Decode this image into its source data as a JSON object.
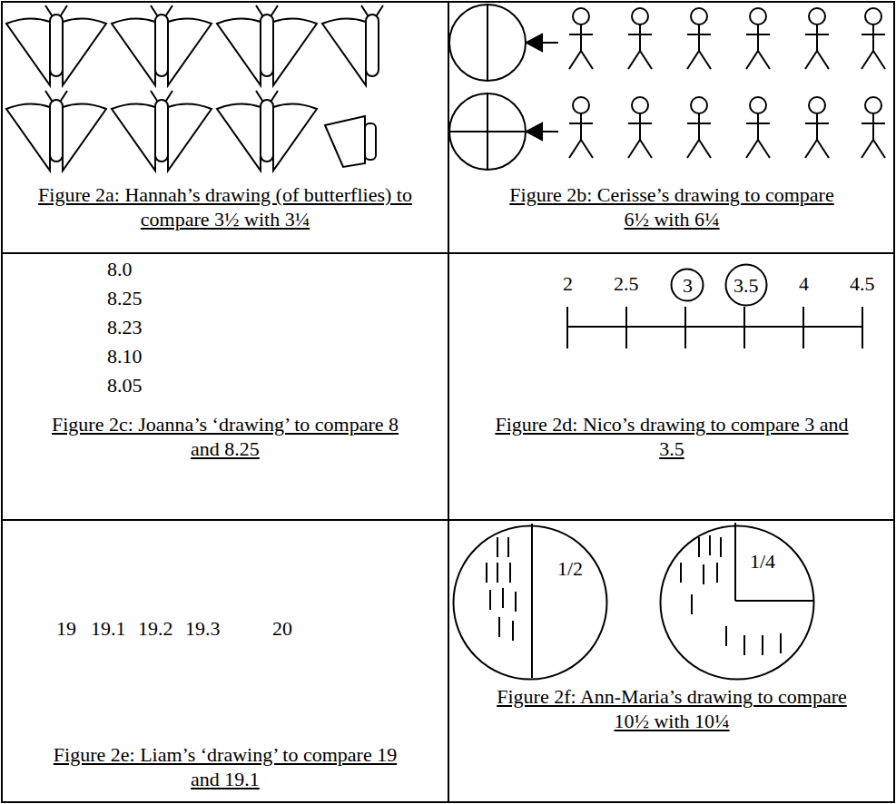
{
  "diagram": {
    "nodes": [
      {
        "text": [
          "Figure 2a: Hannah’s drawing (of butterflies) to compare 3½ with 3¼"
        ]
      },
      {
        "text": [
          "Figure 2b: Cerisse’s drawing to compare 6½ with 6¼"
        ]
      },
      {
        "text": [
          "Figure 2c: Joanna’s ‘drawing’ to compare 8 and 8.25"
        ]
      },
      {
        "text": [
          "Figure 2d: Nico’s drawing to compare 3 and 3.5"
        ]
      },
      {
        "text": [
          "3"
        ],
        "in": 3
      },
      {
        "text": [
          "3.5"
        ],
        "in": 3
      },
      {
        "text": [
          "Figure 2e: Liam’s ‘drawing’ to compare 19 and 19.1"
        ]
      },
      {
        "text": [
          "Figure 2f: Ann-Maria’s drawing to compare 10½ with 10¼"
        ]
      },
      {
        "text": [
          "1/2"
        ],
        "in": 7
      },
      {
        "text": [
          "1/4"
        ],
        "in": 7
      }
    ],
    "labels": [
      "8.0",
      "8.25",
      "8.23",
      "8.10",
      "8.05",
      "2",
      "2.5",
      "4",
      "4.5",
      "19",
      "19.1",
      "19.2",
      "19.3",
      "20"
    ]
  }
}
